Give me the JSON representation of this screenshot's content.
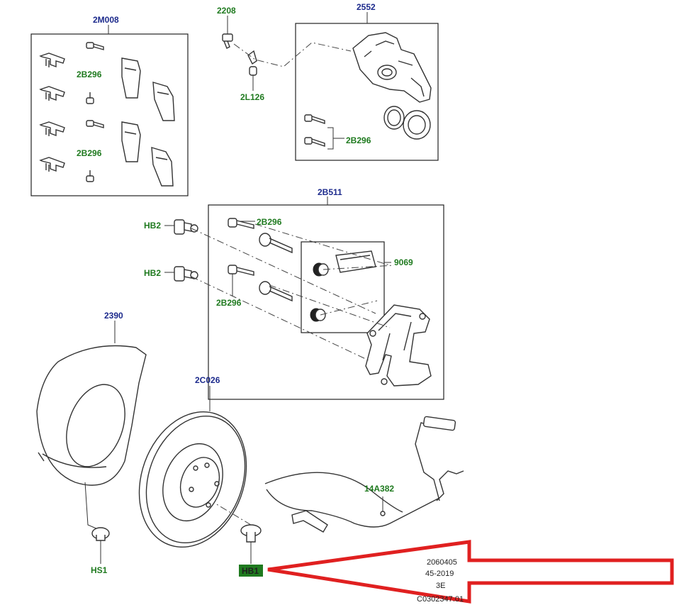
{
  "callouts": {
    "pad_kit": "2M008",
    "bleed_screw": "2208",
    "caliper": "2552",
    "bleed_cap": "2L126",
    "bolt_a": "2B296",
    "bolt_b": "2B296",
    "bolt_c": "2B296",
    "bolt_d": "2B296",
    "bolt_e": "2B296",
    "carrier": "2B511",
    "hb2_top": "HB2",
    "hb2_bottom": "HB2",
    "slide_kit": "9069",
    "shield": "2390",
    "disc": "2C026",
    "sensor": "14A382",
    "hs1": "HS1",
    "hb1": "HB1"
  },
  "info": {
    "line1": "2060405",
    "line2": "45-2019",
    "line3": "3E",
    "line4": "C0302347.01"
  },
  "colors": {
    "callout_blue": "#1c2a8c",
    "callout_green": "#1f7a1f",
    "highlight": "#1f7a1f",
    "arrow": "#e02020"
  }
}
